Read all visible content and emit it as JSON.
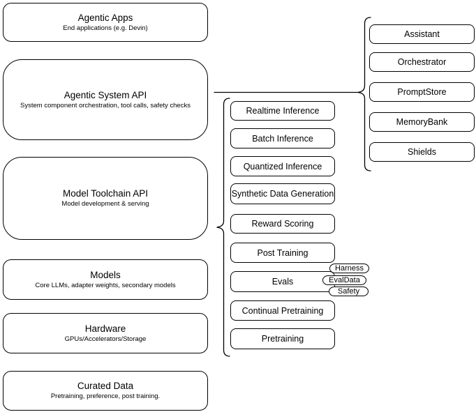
{
  "canvas": {
    "background": "#ffffff",
    "stroke_color": "#000000",
    "text_color": "#000000"
  },
  "app_stack": {
    "items": [
      {
        "id": "agentic-apps",
        "title": "Agentic Apps",
        "subtitle": "End applications (e.g. Devin)"
      },
      {
        "id": "agentic-system-api",
        "title": "Agentic System API",
        "subtitle": "System component orchestration, tool calls, safety checks"
      },
      {
        "id": "model-toolchain-api",
        "title": "Model Toolchain API",
        "subtitle": "Model development & serving"
      },
      {
        "id": "models",
        "title": "Models",
        "subtitle": "Core LLMs, adapter weights, secondary models"
      },
      {
        "id": "hardware",
        "title": "Hardware",
        "subtitle": "GPUs/Accelerators/Storage"
      },
      {
        "id": "curated-data",
        "title": "Curated Data",
        "subtitle": "Pretraining, preference, post training."
      }
    ]
  },
  "toolchain_components": {
    "items": [
      {
        "label": "Realtime Inference"
      },
      {
        "label": "Batch Inference"
      },
      {
        "label": "Quantized Inference"
      },
      {
        "label": "Synthetic Data Generation"
      },
      {
        "label": "Reward Scoring"
      },
      {
        "label": "Post Training"
      },
      {
        "label": "Evals"
      },
      {
        "label": "Continual Pretraining"
      },
      {
        "label": "Pretraining"
      }
    ],
    "eval_tags": [
      {
        "label": "Harness"
      },
      {
        "label": "EvalData"
      },
      {
        "label": "Safety"
      }
    ]
  },
  "system_components": {
    "items": [
      {
        "label": "Assistant"
      },
      {
        "label": "Orchestrator"
      },
      {
        "label": "PromptStore"
      },
      {
        "label": "MemoryBank"
      },
      {
        "label": "Shields"
      }
    ]
  }
}
